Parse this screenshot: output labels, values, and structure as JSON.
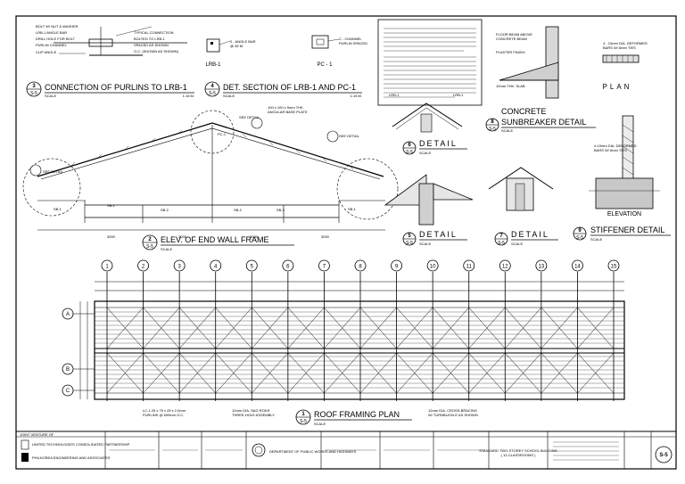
{
  "details": {
    "d3": {
      "num": "3",
      "sheet": "S-5",
      "title": "CONNECTION OF PURLINS TO LRB-1",
      "scale_label": "SCALE",
      "scale": "1:15 M."
    },
    "d4": {
      "num": "4",
      "sheet": "S-5",
      "title": "DET. SECTION OF LRB-1 AND PC-1",
      "scale_label": "SCALE",
      "scale": "1:15 M."
    },
    "lrb1": "LRB-1",
    "pc1": "PC - 1",
    "d2": {
      "num": "2",
      "sheet": "S-5",
      "title": "ELEV. OF END WALL FRAME",
      "scale_label": "SCALE"
    },
    "d8": {
      "num": "8",
      "sheet": "S-5",
      "title": "CONCRETE SUNBREAKER DETAIL",
      "title_line1": "CONCRETE",
      "title_line2": "SUNBREAKER DETAIL",
      "scale_label": "SCALE"
    },
    "d6": {
      "num": "6",
      "sheet": "S-5",
      "title": "DETAIL",
      "scale_label": "SCALE"
    },
    "d5": {
      "num": "5",
      "sheet": "S-5",
      "title": "DETAIL",
      "scale_label": "SCALE"
    },
    "d7": {
      "num": "7",
      "sheet": "S-5",
      "title": "DETAIL",
      "scale_label": "SCALE"
    },
    "d9": {
      "num": "9",
      "sheet": "S-5",
      "title": "STIFFENER DETAIL",
      "scale_label": "SCALE"
    },
    "plan_label": "PLAN",
    "elevation_label": "ELEVATION",
    "d1": {
      "num": "1",
      "sheet": "S-5",
      "title": "ROOF FRAMING PLAN",
      "scale_label": "SCALE"
    }
  },
  "grid": {
    "columns": [
      "1",
      "2",
      "3",
      "4",
      "5",
      "6",
      "7",
      "8",
      "9",
      "10",
      "11",
      "12",
      "13",
      "14",
      "15"
    ],
    "rows": [
      "A",
      "B",
      "C"
    ]
  },
  "title_block": {
    "joint_venture_label": "JOINT VENTURE OF",
    "firms": [
      "UNITED TECHNOLOGIES CONSOLIDATED PARTNERSHIP",
      "PHILKOREA ENGINEERING AND ASSOCIATES"
    ],
    "department": "DEPARTMENT OF PUBLIC WORKS AND HIGHWAYS",
    "project": "STANDARD TWO-STOREY SCHOOL BUILDING",
    "project_sub": "( 12-CLASSROOMS )",
    "sheet": "S-5"
  }
}
